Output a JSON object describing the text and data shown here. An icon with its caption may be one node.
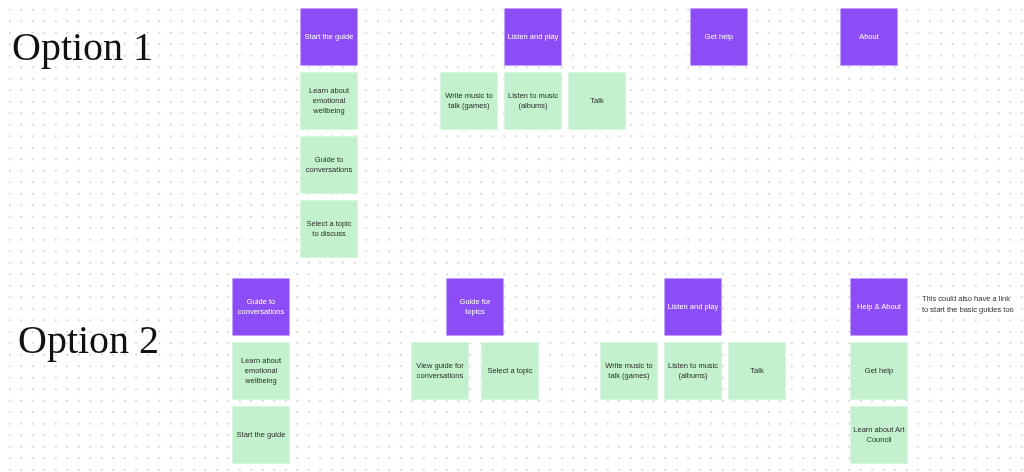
{
  "diagram": {
    "nodes": [
      {
        "text": [
          "Start the guide"
        ]
      },
      {
        "text": [
          "Learn about emotional wellbeing"
        ]
      },
      {
        "text": [
          "Guide to conversations"
        ]
      },
      {
        "text": [
          "Select a topic to discuss"
        ]
      },
      {
        "text": [
          "Listen and play"
        ]
      },
      {
        "text": [
          "Write music to talk (games)"
        ]
      },
      {
        "text": [
          "Listen to music (albums)"
        ]
      },
      {
        "text": [
          "Talk"
        ]
      },
      {
        "text": [
          "Get help"
        ]
      },
      {
        "text": [
          "About"
        ]
      },
      {
        "text": [
          "Guide to conversations"
        ]
      },
      {
        "text": [
          "Learn about emotional wellbeing"
        ]
      },
      {
        "text": [
          "Start the guide"
        ]
      },
      {
        "text": [
          "Guide for topics"
        ]
      },
      {
        "text": [
          "View guide for conversations"
        ]
      },
      {
        "text": [
          "Select a topic"
        ]
      },
      {
        "text": [
          "Listen and play"
        ]
      },
      {
        "text": [
          "Write music to talk (games)"
        ]
      },
      {
        "text": [
          "Listen to music (albums)"
        ]
      },
      {
        "text": [
          "Talk"
        ]
      },
      {
        "text": [
          "Help & About"
        ],
        "beside": [
          "This could also have a link to start the basic guides too"
        ]
      },
      {
        "text": [
          "Get help"
        ]
      },
      {
        "text": [
          "Learn about Art Council"
        ]
      }
    ],
    "labels": [
      "Option 1",
      "Option 2"
    ]
  }
}
